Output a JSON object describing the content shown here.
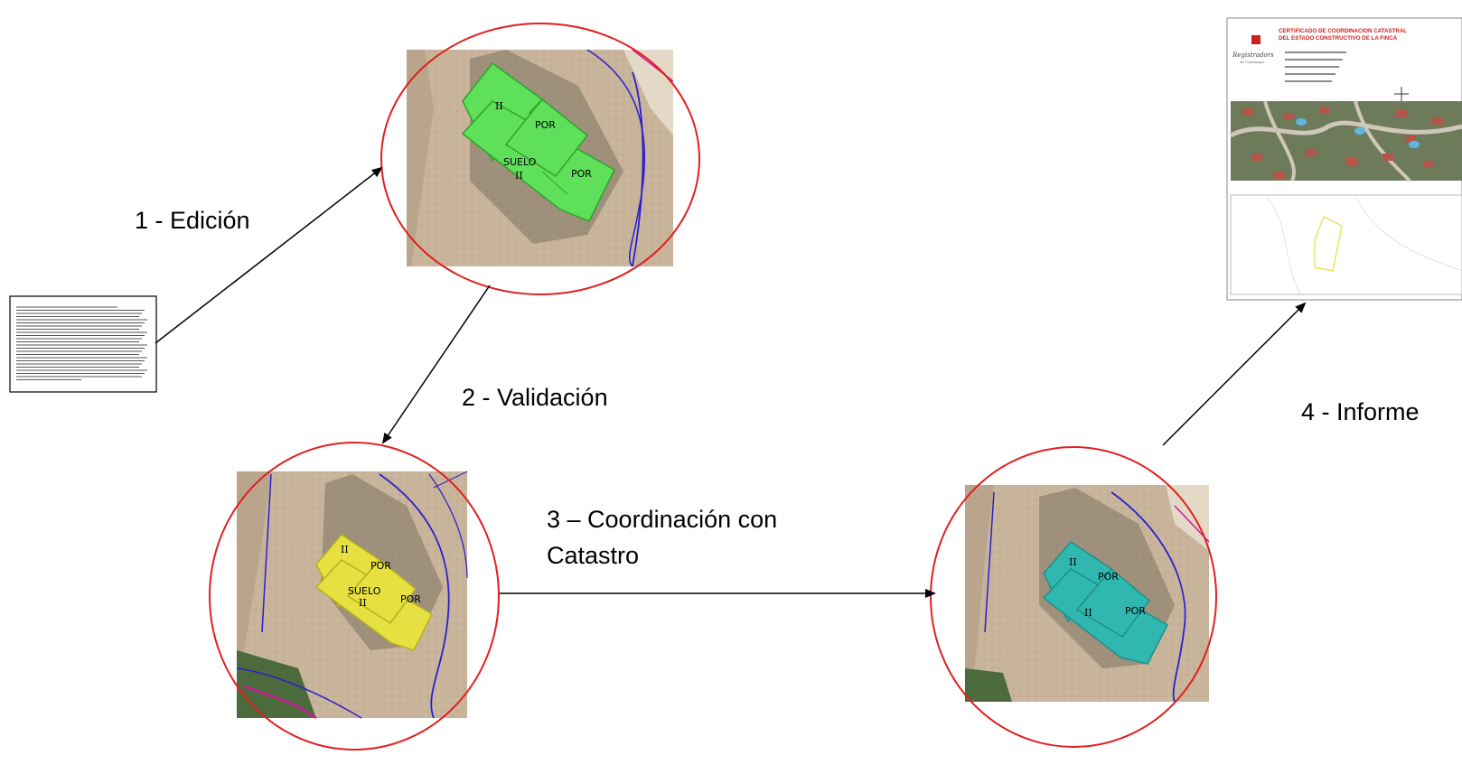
{
  "steps": {
    "edicion": "1 - Edición",
    "validacion": "2 - Validación",
    "coordinacion_line1": "3 – Coordinación con",
    "coordinacion_line2": "Catastro",
    "informe": "4 - Informe"
  },
  "buildings": {
    "label_ii": "II",
    "label_por": "POR",
    "label_suelo": "SUELO"
  },
  "report": {
    "title_line1": "CERTIFICADO DE COORDINACION CATASTRAL",
    "title_line2": "DEL ESTADO CONSTRUCTIVO DE LA FINCA",
    "logo_text": "Registradors",
    "logo_sub": "de Catalunya"
  },
  "colors": {
    "circle": "#e02020",
    "arrow": "#000000",
    "edit_fill": "#5ee05a",
    "valid_fill": "#e6e040",
    "coord_fill": "#30b8b0",
    "parcel_line": "#2a1fd0",
    "magenta_line": "#d01a9a",
    "report_title": "#cc1f1f"
  }
}
